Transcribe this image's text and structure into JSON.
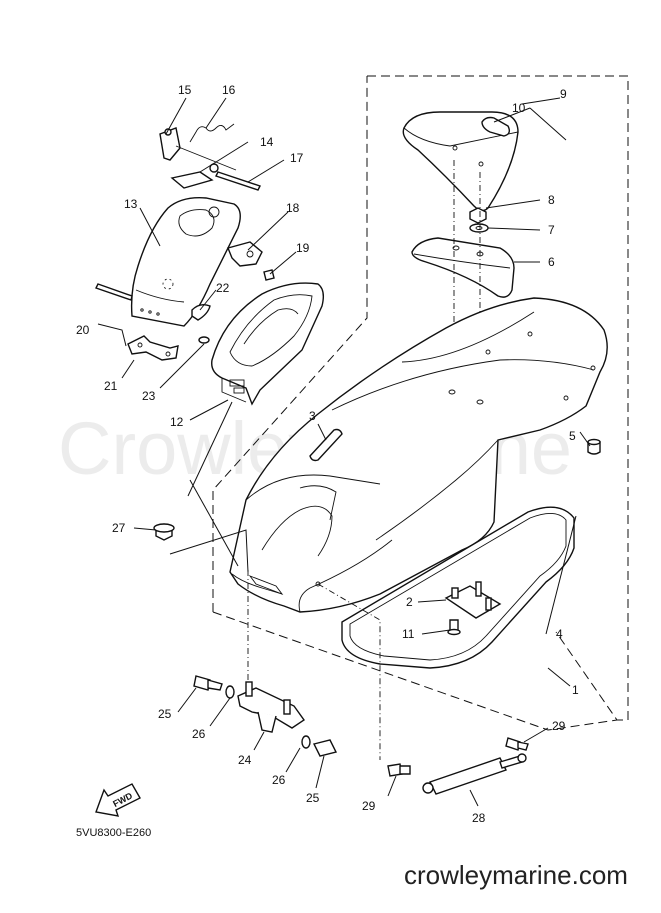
{
  "watermark": "Crowley Marine",
  "diagram_code": "5VU8300-E260",
  "website": "crowleymarine.com",
  "fwd_label": "FWD",
  "callouts": {
    "c1": "1",
    "c2": "2",
    "c3": "3",
    "c4": "4",
    "c5": "5",
    "c6": "6",
    "c7": "7",
    "c8": "8",
    "c9": "9",
    "c10": "10",
    "c11": "11",
    "c12": "12",
    "c13": "13",
    "c14": "14",
    "c15": "15",
    "c16": "16",
    "c17": "17",
    "c18": "18",
    "c19": "19",
    "c20": "20",
    "c21": "21",
    "c22": "22",
    "c23": "23",
    "c24": "24",
    "c25a": "25",
    "c25b": "25",
    "c26a": "26",
    "c26b": "26",
    "c27": "27",
    "c28": "28",
    "c29a": "29",
    "c29b": "29"
  }
}
